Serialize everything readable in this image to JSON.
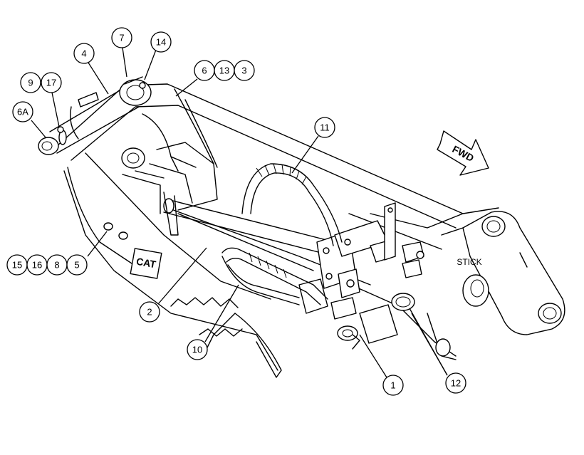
{
  "labels": {
    "stick": "STICK",
    "fwd": "FWD",
    "brand": "CAT"
  },
  "callouts": [
    {
      "id": "c7",
      "text": "7"
    },
    {
      "id": "c14",
      "text": "14"
    },
    {
      "id": "c4",
      "text": "4"
    },
    {
      "id": "c6",
      "text": "6"
    },
    {
      "id": "c13",
      "text": "13"
    },
    {
      "id": "c3",
      "text": "3"
    },
    {
      "id": "c9",
      "text": "9"
    },
    {
      "id": "c17",
      "text": "17"
    },
    {
      "id": "c6a",
      "text": "6A"
    },
    {
      "id": "c11",
      "text": "11"
    },
    {
      "id": "c15",
      "text": "15"
    },
    {
      "id": "c16",
      "text": "16"
    },
    {
      "id": "c8",
      "text": "8"
    },
    {
      "id": "c5",
      "text": "5"
    },
    {
      "id": "c2",
      "text": "2"
    },
    {
      "id": "c10",
      "text": "10"
    },
    {
      "id": "c1",
      "text": "1"
    },
    {
      "id": "c12",
      "text": "12"
    }
  ]
}
